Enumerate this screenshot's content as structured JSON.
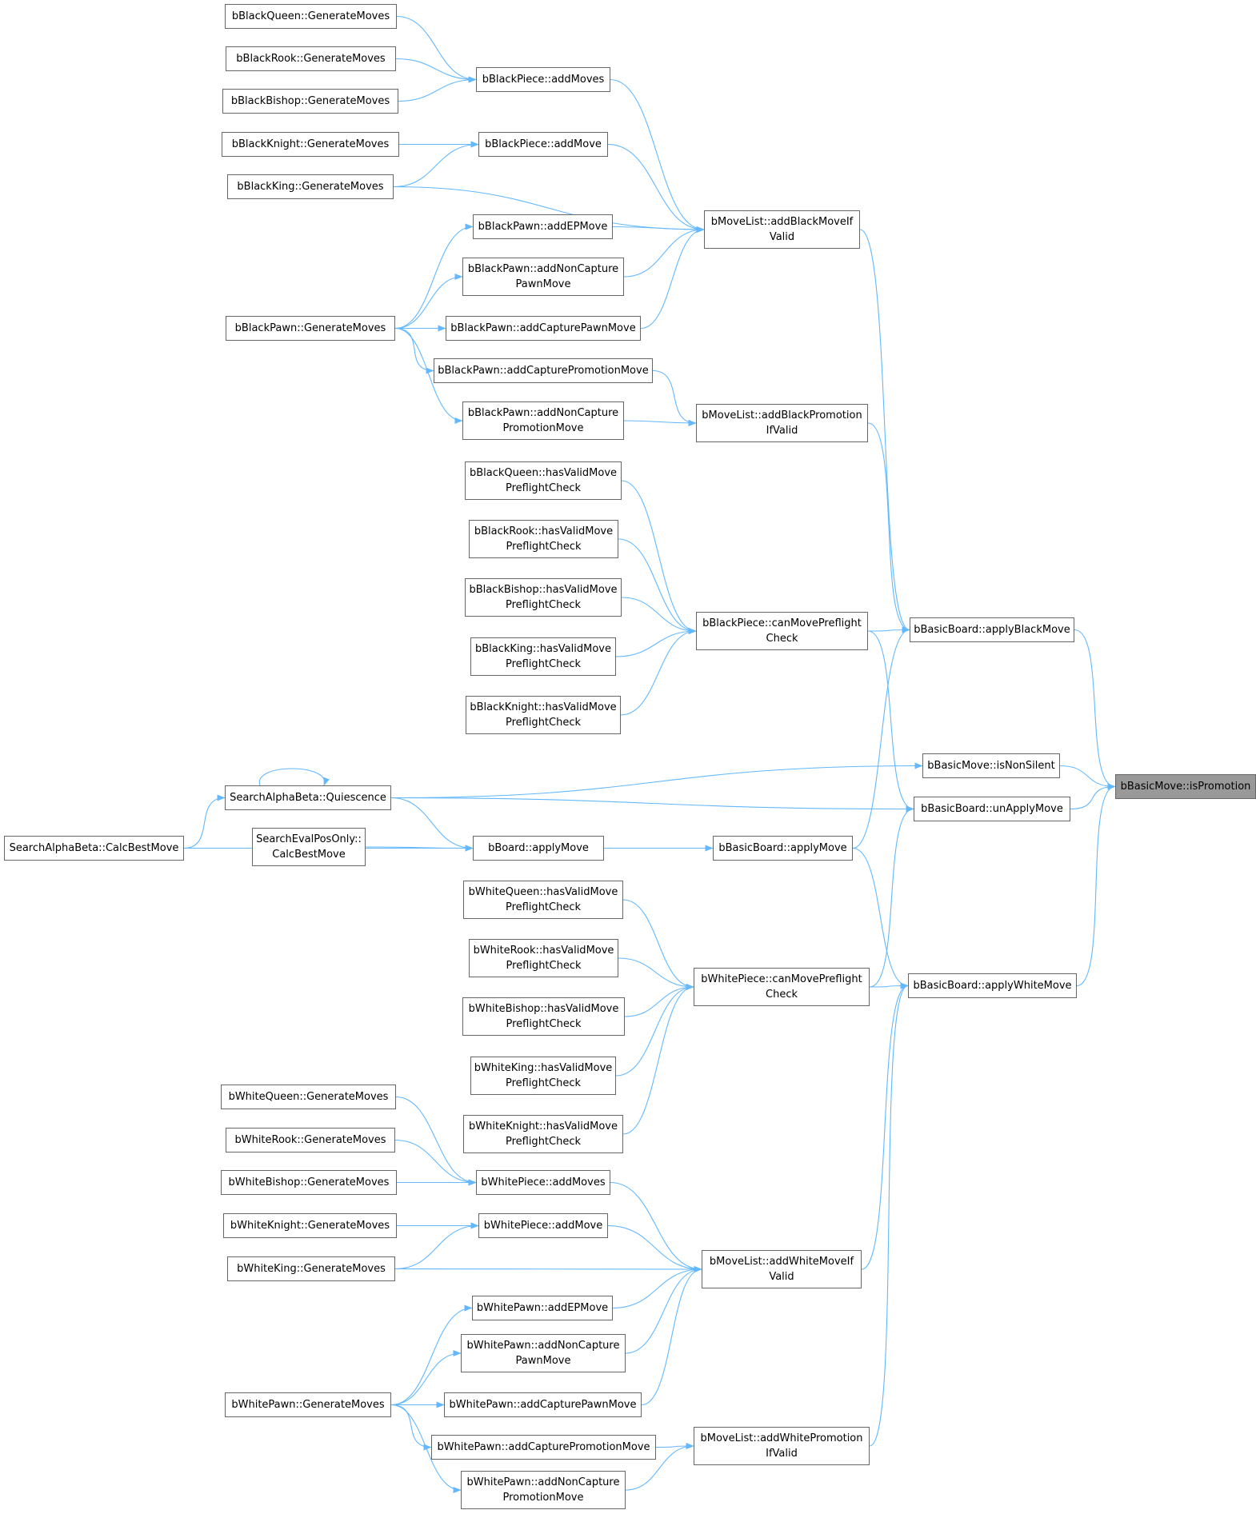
{
  "colors": {
    "edge": "#63b8ff",
    "border": "#666666",
    "highlight": "#999999",
    "text": "#000000"
  },
  "nodes": [
    {
      "id": "bq_gm",
      "lines": [
        "bBlackQueen::GenerateMoves"
      ]
    },
    {
      "id": "br_gm",
      "lines": [
        "bBlackRook::GenerateMoves"
      ]
    },
    {
      "id": "bb_gm",
      "lines": [
        "bBlackBishop::GenerateMoves"
      ]
    },
    {
      "id": "bn_gm",
      "lines": [
        "bBlackKnight::GenerateMoves"
      ]
    },
    {
      "id": "bk_gm",
      "lines": [
        "bBlackKing::GenerateMoves"
      ]
    },
    {
      "id": "bpiece_addmoves",
      "lines": [
        "bBlackPiece::addMoves"
      ]
    },
    {
      "id": "bpiece_addmove",
      "lines": [
        "bBlackPiece::addMove"
      ]
    },
    {
      "id": "bp_addep",
      "lines": [
        "bBlackPawn::addEPMove"
      ]
    },
    {
      "id": "bp_addnoncap",
      "lines": [
        "bBlackPawn::addNonCapture",
        "PawnMove"
      ]
    },
    {
      "id": "bp_gm",
      "lines": [
        "bBlackPawn::GenerateMoves"
      ]
    },
    {
      "id": "bp_addcap",
      "lines": [
        "bBlackPawn::addCapturePawnMove"
      ]
    },
    {
      "id": "bp_addcapprom",
      "lines": [
        "bBlackPawn::addCapturePromotionMove"
      ]
    },
    {
      "id": "bp_addnoncapprom",
      "lines": [
        "bBlackPawn::addNonCapture",
        "PromotionMove"
      ]
    },
    {
      "id": "ml_addblack",
      "lines": [
        "bMoveList::addBlackMoveIf",
        "Valid"
      ]
    },
    {
      "id": "ml_addblackprom",
      "lines": [
        "bMoveList::addBlackPromotion",
        "IfValid"
      ]
    },
    {
      "id": "bq_pf",
      "lines": [
        "bBlackQueen::hasValidMove",
        "PreflightCheck"
      ]
    },
    {
      "id": "br_pf",
      "lines": [
        "bBlackRook::hasValidMove",
        "PreflightCheck"
      ]
    },
    {
      "id": "bb_pf",
      "lines": [
        "bBlackBishop::hasValidMove",
        "PreflightCheck"
      ]
    },
    {
      "id": "bk_pf",
      "lines": [
        "bBlackKing::hasValidMove",
        "PreflightCheck"
      ]
    },
    {
      "id": "bn_pf",
      "lines": [
        "bBlackKnight::hasValidMove",
        "PreflightCheck"
      ]
    },
    {
      "id": "bpiece_canmove",
      "lines": [
        "bBlackPiece::canMovePreflight",
        "Check"
      ]
    },
    {
      "id": "bb_applyblack",
      "lines": [
        "bBasicBoard::applyBlackMove"
      ]
    },
    {
      "id": "bm_isnonsilent",
      "lines": [
        "bBasicMove::isNonSilent"
      ]
    },
    {
      "id": "bm_ispromotion",
      "lines": [
        "bBasicMove::isPromotion"
      ],
      "highlight": true
    },
    {
      "id": "sab_quiescence",
      "lines": [
        "SearchAlphaBeta::Quiescence"
      ]
    },
    {
      "id": "bb_unapply",
      "lines": [
        "bBasicBoard::unApplyMove"
      ]
    },
    {
      "id": "sab_calcbest",
      "lines": [
        "SearchAlphaBeta::CalcBestMove"
      ]
    },
    {
      "id": "sepo_calcbest",
      "lines": [
        "SearchEvalPosOnly::",
        "CalcBestMove"
      ]
    },
    {
      "id": "board_apply",
      "lines": [
        "bBoard::applyMove"
      ]
    },
    {
      "id": "bb_apply",
      "lines": [
        "bBasicBoard::applyMove"
      ]
    },
    {
      "id": "wq_pf",
      "lines": [
        "bWhiteQueen::hasValidMove",
        "PreflightCheck"
      ]
    },
    {
      "id": "wr_pf",
      "lines": [
        "bWhiteRook::hasValidMove",
        "PreflightCheck"
      ]
    },
    {
      "id": "wb_pf",
      "lines": [
        "bWhiteBishop::hasValidMove",
        "PreflightCheck"
      ]
    },
    {
      "id": "wk_pf",
      "lines": [
        "bWhiteKing::hasValidMove",
        "PreflightCheck"
      ]
    },
    {
      "id": "wn_pf",
      "lines": [
        "bWhiteKnight::hasValidMove",
        "PreflightCheck"
      ]
    },
    {
      "id": "wpiece_canmove",
      "lines": [
        "bWhitePiece::canMovePreflight",
        "Check"
      ]
    },
    {
      "id": "bb_applywhite",
      "lines": [
        "bBasicBoard::applyWhiteMove"
      ]
    },
    {
      "id": "wq_gm",
      "lines": [
        "bWhiteQueen::GenerateMoves"
      ]
    },
    {
      "id": "wr_gm",
      "lines": [
        "bWhiteRook::GenerateMoves"
      ]
    },
    {
      "id": "wb_gm",
      "lines": [
        "bWhiteBishop::GenerateMoves"
      ]
    },
    {
      "id": "wn_gm",
      "lines": [
        "bWhiteKnight::GenerateMoves"
      ]
    },
    {
      "id": "wk_gm",
      "lines": [
        "bWhiteKing::GenerateMoves"
      ]
    },
    {
      "id": "wpiece_addmoves",
      "lines": [
        "bWhitePiece::addMoves"
      ]
    },
    {
      "id": "wpiece_addmove",
      "lines": [
        "bWhitePiece::addMove"
      ]
    },
    {
      "id": "ml_addwhite",
      "lines": [
        "bMoveList::addWhiteMoveIf",
        "Valid"
      ]
    },
    {
      "id": "wp_addep",
      "lines": [
        "bWhitePawn::addEPMove"
      ]
    },
    {
      "id": "wp_addnoncap",
      "lines": [
        "bWhitePawn::addNonCapture",
        "PawnMove"
      ]
    },
    {
      "id": "wp_gm",
      "lines": [
        "bWhitePawn::GenerateMoves"
      ]
    },
    {
      "id": "wp_addcap",
      "lines": [
        "bWhitePawn::addCapturePawnMove"
      ]
    },
    {
      "id": "wp_addcapprom",
      "lines": [
        "bWhitePawn::addCapturePromotionMove"
      ]
    },
    {
      "id": "wp_addnoncapprom",
      "lines": [
        "bWhitePawn::addNonCapture",
        "PromotionMove"
      ]
    },
    {
      "id": "ml_addwhiteprom",
      "lines": [
        "bMoveList::addWhitePromotion",
        "IfValid"
      ]
    }
  ],
  "edges": [
    [
      "bq_gm",
      "bpiece_addmoves"
    ],
    [
      "br_gm",
      "bpiece_addmoves"
    ],
    [
      "bb_gm",
      "bpiece_addmoves"
    ],
    [
      "bn_gm",
      "bpiece_addmove"
    ],
    [
      "bk_gm",
      "bpiece_addmove"
    ],
    [
      "bk_gm",
      "ml_addblack"
    ],
    [
      "bpiece_addmoves",
      "ml_addblack"
    ],
    [
      "bpiece_addmove",
      "ml_addblack"
    ],
    [
      "bp_addep",
      "ml_addblack"
    ],
    [
      "bp_addnoncap",
      "ml_addblack"
    ],
    [
      "bp_addcap",
      "ml_addblack"
    ],
    [
      "bp_gm",
      "bp_addep"
    ],
    [
      "bp_gm",
      "bp_addnoncap"
    ],
    [
      "bp_gm",
      "bp_addcap"
    ],
    [
      "bp_gm",
      "bp_addcapprom"
    ],
    [
      "bp_gm",
      "bp_addnoncapprom"
    ],
    [
      "bp_addcapprom",
      "ml_addblackprom"
    ],
    [
      "bp_addnoncapprom",
      "ml_addblackprom"
    ],
    [
      "ml_addblack",
      "bb_applyblack"
    ],
    [
      "ml_addblackprom",
      "bb_applyblack"
    ],
    [
      "bq_pf",
      "bpiece_canmove"
    ],
    [
      "br_pf",
      "bpiece_canmove"
    ],
    [
      "bb_pf",
      "bpiece_canmove"
    ],
    [
      "bk_pf",
      "bpiece_canmove"
    ],
    [
      "bn_pf",
      "bpiece_canmove"
    ],
    [
      "bpiece_canmove",
      "bb_applyblack"
    ],
    [
      "bpiece_canmove",
      "bb_unapply"
    ],
    [
      "bb_applyblack",
      "bm_ispromotion"
    ],
    [
      "bm_isnonsilent",
      "bm_ispromotion"
    ],
    [
      "bb_unapply",
      "bm_ispromotion"
    ],
    [
      "bb_applywhite",
      "bm_ispromotion"
    ],
    [
      "sab_quiescence",
      "bm_isnonsilent"
    ],
    [
      "sab_quiescence",
      "bb_unapply"
    ],
    [
      "sab_quiescence",
      "sab_quiescence"
    ],
    [
      "sab_calcbest",
      "sab_quiescence"
    ],
    [
      "sab_quiescence",
      "board_apply"
    ],
    [
      "sepo_calcbest",
      "board_apply"
    ],
    [
      "sab_calcbest",
      "board_apply"
    ],
    [
      "board_apply",
      "bb_apply"
    ],
    [
      "bb_apply",
      "bb_applyblack"
    ],
    [
      "bb_apply",
      "bb_applywhite"
    ],
    [
      "wq_pf",
      "wpiece_canmove"
    ],
    [
      "wr_pf",
      "wpiece_canmove"
    ],
    [
      "wb_pf",
      "wpiece_canmove"
    ],
    [
      "wk_pf",
      "wpiece_canmove"
    ],
    [
      "wn_pf",
      "wpiece_canmove"
    ],
    [
      "wpiece_canmove",
      "bb_applywhite"
    ],
    [
      "wpiece_canmove",
      "bb_unapply"
    ],
    [
      "wq_gm",
      "wpiece_addmoves"
    ],
    [
      "wr_gm",
      "wpiece_addmoves"
    ],
    [
      "wb_gm",
      "wpiece_addmoves"
    ],
    [
      "wn_gm",
      "wpiece_addmove"
    ],
    [
      "wk_gm",
      "wpiece_addmove"
    ],
    [
      "wk_gm",
      "ml_addwhite"
    ],
    [
      "wpiece_addmoves",
      "ml_addwhite"
    ],
    [
      "wpiece_addmove",
      "ml_addwhite"
    ],
    [
      "wp_addep",
      "ml_addwhite"
    ],
    [
      "wp_addnoncap",
      "ml_addwhite"
    ],
    [
      "wp_addcap",
      "ml_addwhite"
    ],
    [
      "wp_gm",
      "wp_addep"
    ],
    [
      "wp_gm",
      "wp_addnoncap"
    ],
    [
      "wp_gm",
      "wp_addcap"
    ],
    [
      "wp_gm",
      "wp_addcapprom"
    ],
    [
      "wp_gm",
      "wp_addnoncapprom"
    ],
    [
      "wp_addcapprom",
      "ml_addwhiteprom"
    ],
    [
      "wp_addnoncapprom",
      "ml_addwhiteprom"
    ],
    [
      "ml_addwhite",
      "bb_applywhite"
    ],
    [
      "ml_addwhiteprom",
      "bb_applywhite"
    ]
  ]
}
